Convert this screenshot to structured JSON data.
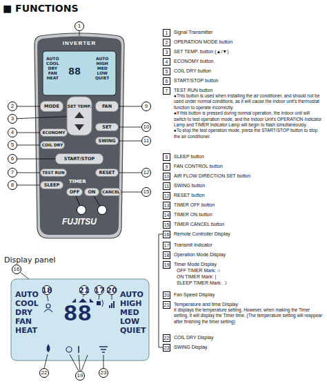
{
  "diagram": {
    "title": "■ FUNCTIONS",
    "nodes": [
      {
        "text": [
          "INVERTER",
          "FUJITSU"
        ]
      },
      {
        "text": [
          "AUTO COOL DRY FAN HEAT",
          "88",
          "AUTO HIGH MED LOW QUIET"
        ],
        "in": 0
      },
      {
        "text": [
          "MODE"
        ],
        "in": 0
      },
      {
        "text": [
          "SET TEMP."
        ],
        "in": 0
      },
      {
        "text": [
          "FAN"
        ],
        "in": 0
      },
      {
        "text": [
          "ECONOMY"
        ],
        "in": 0
      },
      {
        "text": [
          "SET"
        ],
        "in": 0
      },
      {
        "text": [
          "COIL DRY"
        ],
        "in": 0
      },
      {
        "text": [
          "SWING"
        ],
        "in": 0
      },
      {
        "text": [
          "START/STOP"
        ],
        "in": 0
      },
      {
        "text": [
          "TEST RUN"
        ],
        "in": 0
      },
      {
        "text": [
          "RESET"
        ],
        "in": 0
      },
      {
        "text": [
          "SLEEP"
        ],
        "in": 0
      },
      {
        "text": [
          "OFF"
        ],
        "in": 0
      },
      {
        "text": [
          "ON"
        ],
        "in": 0
      },
      {
        "text": [
          "CANCEL"
        ],
        "in": 0
      },
      {
        "text": [
          "1"
        ]
      },
      {
        "text": [
          "2"
        ]
      },
      {
        "text": [
          "3"
        ]
      },
      {
        "text": [
          "4"
        ]
      },
      {
        "text": [
          "5"
        ]
      },
      {
        "text": [
          "6"
        ]
      },
      {
        "text": [
          "7"
        ]
      },
      {
        "text": [
          "8"
        ]
      },
      {
        "text": [
          "9"
        ]
      },
      {
        "text": [
          "10"
        ]
      },
      {
        "text": [
          "11"
        ]
      },
      {
        "text": [
          "12"
        ]
      },
      {
        "text": [
          "15"
        ]
      },
      {
        "text": [
          "14"
        ],
        "in": 0
      },
      {
        "text": [
          "13"
        ],
        "in": 0
      },
      {
        "text": [
          "1",
          "Signal Transmitter"
        ]
      },
      {
        "text": [
          "2",
          "OPERATION MODE button"
        ]
      },
      {
        "text": [
          "3",
          "SET TEMP. button (▲/▼)"
        ]
      },
      {
        "text": [
          "4",
          "ECONOMY button"
        ]
      },
      {
        "text": [
          "5",
          "COIL DRY button"
        ]
      },
      {
        "text": [
          "6",
          "START/STOP button"
        ]
      },
      {
        "text": [
          "7",
          "TEST RUN button",
          "●This button is used when installing the air conditioner, and should not be used under normal conditions, as it will cause the indoor unit's thermostat function to operate incorrectly.",
          "●If this button is pressed during normal operation, the indoor unit will switch to test operation mode, and the Indoor Unit's OPERATION Indicator Lamp and TIMER Indicator Lamp will begin to flash simultaneously.",
          "●To stop the test operation mode, press the START/STOP button to stop the air conditioner."
        ]
      },
      {
        "text": [
          "8",
          "SLEEP button"
        ]
      },
      {
        "text": [
          "9",
          "FAN CONTROL button"
        ]
      },
      {
        "text": [
          "10",
          "AIR FLOW DIRECTION SET button"
        ]
      },
      {
        "text": [
          "11",
          "SWING button"
        ]
      },
      {
        "text": [
          "12",
          "RESET button"
        ]
      },
      {
        "text": [
          "13",
          "TIMER OFF button"
        ]
      },
      {
        "text": [
          "14",
          "TIMER ON button"
        ]
      },
      {
        "text": [
          "15",
          "TIMER CANCEL button"
        ]
      },
      {
        "text": [
          "16",
          "Remote Controller Display"
        ]
      },
      {
        "text": [
          "17",
          "Transmit Indicator"
        ]
      },
      {
        "text": [
          "18",
          "Operation Mode Display"
        ]
      },
      {
        "text": [
          "19",
          "Timer Mode Display",
          "OFF TIMER Mark: ○",
          "ON TIMER Mark: |",
          "SLEEP TIMER Mark: ☽"
        ]
      },
      {
        "text": [
          "20",
          "Fan Speed Display"
        ]
      },
      {
        "text": [
          "21",
          "Temperature and time Display",
          "It displays the temperature setting. However, when making the Timer setting, it will display the Timer time. (The temperature setting will reappear after finishing the timer setting)"
        ]
      },
      {
        "text": [
          "22",
          "COIL DRY Display"
        ]
      },
      {
        "text": [
          "23",
          "SWING Display"
        ]
      },
      {
        "text": [
          "AUTO COOL DRY FAN HEAT",
          "88",
          "AUTO HIGH MED LOW QUIET"
        ]
      },
      {
        "text": [
          "16"
        ]
      },
      {
        "text": [
          "18"
        ],
        "in": 54
      },
      {
        "text": [
          "21"
        ],
        "in": 54
      },
      {
        "text": [
          "17"
        ],
        "in": 54
      },
      {
        "text": [
          "20"
        ],
        "in": 54
      },
      {
        "text": [
          "22"
        ]
      },
      {
        "text": [
          "19"
        ]
      },
      {
        "text": [
          "23"
        ]
      }
    ],
    "edges": [
      {
        "from": 16,
        "to": 0,
        "arrow": "none"
      },
      {
        "from": 17,
        "to": 2,
        "arrow": "none"
      },
      {
        "from": 18,
        "to": 3,
        "arrow": "none"
      },
      {
        "from": 19,
        "to": 5,
        "arrow": "none"
      },
      {
        "from": 20,
        "to": 7,
        "arrow": "none"
      },
      {
        "from": 21,
        "to": 9,
        "arrow": "none"
      },
      {
        "from": 22,
        "to": 10,
        "arrow": "none"
      },
      {
        "from": 23,
        "to": 12,
        "arrow": "none"
      },
      {
        "from": 24,
        "to": 4,
        "arrow": "none"
      },
      {
        "from": 25,
        "to": 6,
        "arrow": "none"
      },
      {
        "from": 26,
        "to": 8,
        "arrow": "none"
      },
      {
        "from": 27,
        "to": 11,
        "arrow": "none"
      },
      {
        "from": 28,
        "to": 15,
        "arrow": "none"
      },
      {
        "from": 29,
        "to": 14,
        "arrow": "none"
      },
      {
        "from": 30,
        "to": 13,
        "arrow": "none"
      },
      {
        "from": 55,
        "to": 54,
        "arrow": "none"
      }
    ],
    "labels": [
      "TIMER",
      "Display panel"
    ]
  }
}
